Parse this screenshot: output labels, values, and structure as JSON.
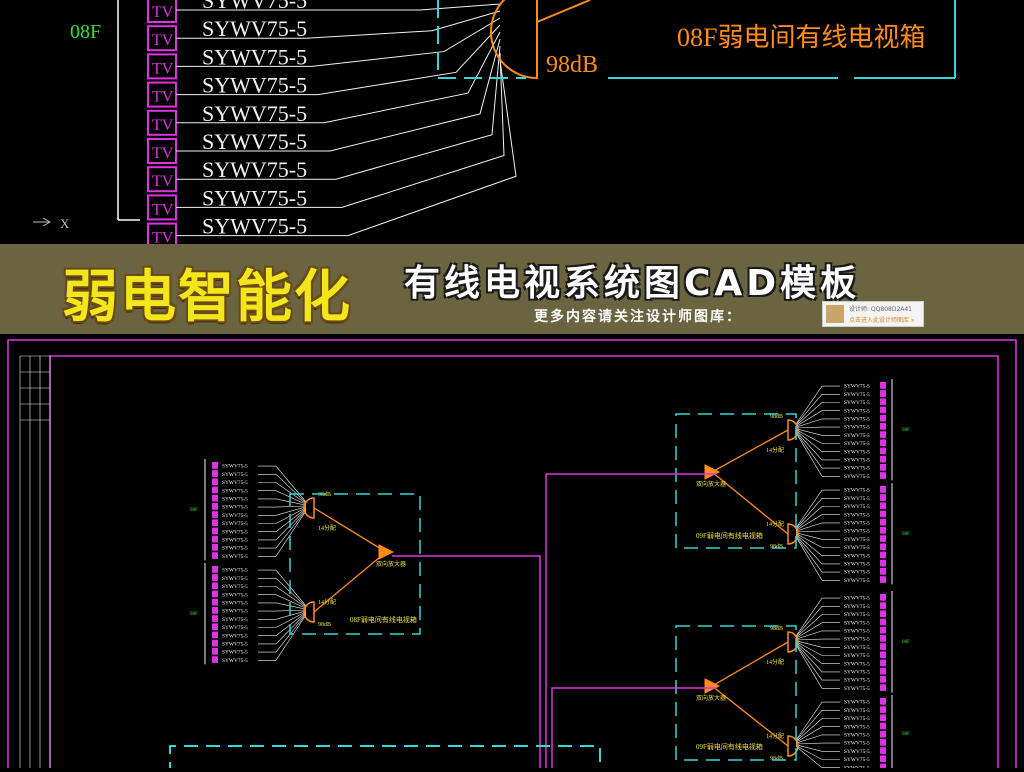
{
  "top_section": {
    "floor_label": "08F",
    "tv_label": "TV",
    "cable_label": "SYWV75-5",
    "gain_label": "98dB",
    "box_label": "08F弱电间有线电视箱",
    "axis_marker": "X"
  },
  "banner": {
    "title_left": "弱电智能化",
    "title_right": "有线电视系统图CAD模板",
    "subtitle": "更多内容请关注设计师图库：",
    "badge_line1": "设计师: QQ808D2A41",
    "badge_line2": "点击进入此设计师图库 »"
  },
  "drawing": {
    "gain_label": "98dB",
    "splitter_label": "14分配",
    "amplifier_label": "双向放大器",
    "box_label_08f": "08F弱电间有线电视箱",
    "box_label_09f": "09F弱电间有线电视箱",
    "floor_label": "08F",
    "cable_label": "SYWV75-5"
  },
  "colors": {
    "background": "#000000",
    "cad_magenta": "#e033e0",
    "cad_cyan": "#34d6d6",
    "cad_orange": "#ff8c1a",
    "cad_yellow": "#f0e040",
    "cad_white": "#f2f2f2",
    "cad_green": "#33e033",
    "banner_bg": "#6b6440"
  }
}
